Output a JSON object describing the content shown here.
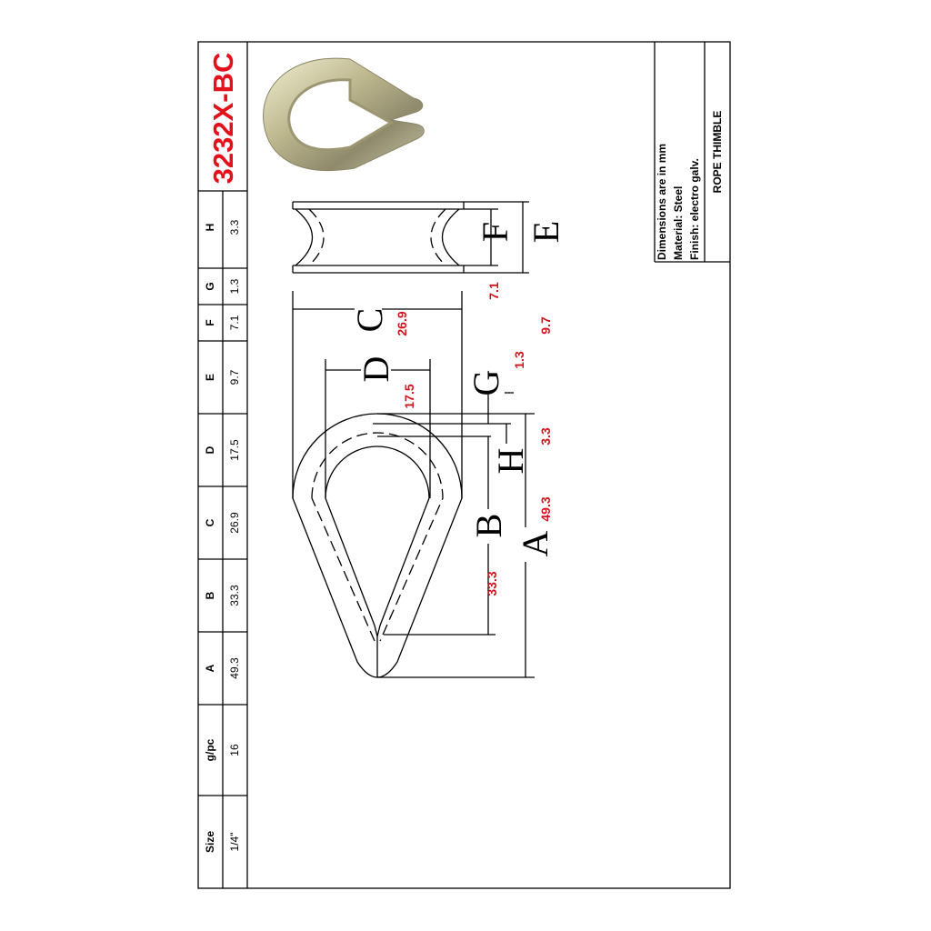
{
  "title": "3232X-BC",
  "colors": {
    "accent": "#e3111b",
    "dimension_values": "#d0161c"
  },
  "table": {
    "headers": [
      "Size",
      "g/pc",
      "A",
      "B",
      "C",
      "D",
      "E",
      "F",
      "G",
      "H"
    ],
    "values": [
      "1/4\"",
      "16",
      "49.3",
      "33.3",
      "26.9",
      "17.5",
      "9.7",
      "7.1",
      "1.3",
      "3.3"
    ]
  },
  "info": {
    "dimensions": "Dimensions are in mm",
    "material": "Material: Steel",
    "finish": "Finish: electro galv.",
    "product": "ROPE THIMBLE"
  },
  "drawing": {
    "letters": {
      "A": "A",
      "B": "B",
      "C": "C",
      "D": "D",
      "E": "E",
      "F": "F",
      "G": "G",
      "H": "H"
    },
    "values": {
      "A": "49.3",
      "B": "33.3",
      "C": "26.9",
      "D": "17.5",
      "E": "9.7",
      "F": "7.1",
      "G": "1.3",
      "H": "3.3"
    }
  }
}
